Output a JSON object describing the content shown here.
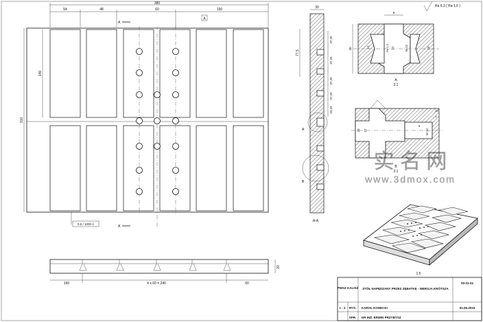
{
  "dims": {
    "top_total": "380",
    "top_parts": [
      "54",
      "48",
      "60",
      "150"
    ],
    "left_total": "310",
    "left_cell": "140",
    "side_width": "30",
    "side_ticks": [
      "37,25",
      "37,25",
      "37,25",
      "37,25",
      "43,25"
    ],
    "side_height": "77,5",
    "bottom_left": "160",
    "bottom_mid": "4 x 60 = 240",
    "bottom_right": "60",
    "bottom_height": "20"
  },
  "labels": {
    "section_a_top": "A",
    "section_a_bottom": "A",
    "datum_box": "A",
    "tolerance": "0,5 / 1000 A",
    "section_aa": "A-A",
    "detail_a": "A",
    "detail_b": "B",
    "detail_a_title": "A",
    "detail_a_scale": "2:1",
    "detail_b_title": "B",
    "detail_b_scale": "2:1",
    "detail_a_dim_width": "30",
    "detail_a_dim_top": "5",
    "detail_a_dims": [
      "12",
      "Ra 1,6",
      "12",
      "M 12",
      "10"
    ],
    "detail_b_dims": [
      "10",
      "7",
      "5",
      "12",
      "20",
      "M 12"
    ],
    "iso_scale": "1:5",
    "roughness": "Ra 6,3 ( Ra 1,6 )"
  },
  "title_block": {
    "material_label": "PWSZ KALISZ",
    "title": "STÓŁ NAPĘDZANY PRZEZ ZĘBATKĘ - WERSJA KRÓTSZA",
    "drawing_no": "00-01-02",
    "scale": "1 : 2",
    "drew_label": "RYS.",
    "drew_name": "KAROL KONECKI",
    "date": "02.06.2015",
    "checked_label": "SPR.",
    "checked_name": "DR INŻ. ERWIN PRZYBYSZ"
  },
  "watermark": {
    "cn": "实 名 网",
    "url": "www.3dmox.com"
  }
}
